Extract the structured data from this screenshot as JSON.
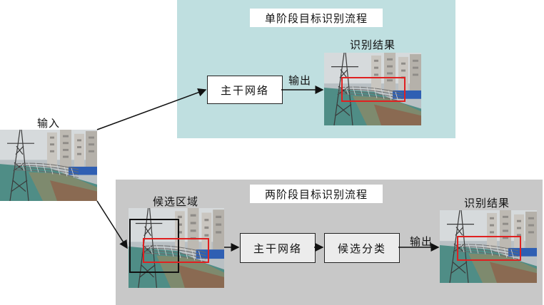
{
  "input": {
    "label": "输入"
  },
  "single_stage": {
    "title": "单阶段目标识别流程",
    "backbone": "主干网络",
    "output_arrow": "输出",
    "result_label": "识别结果"
  },
  "two_stage": {
    "title": "两阶段目标识别流程",
    "candidate_region": "候选区域",
    "backbone": "主干网络",
    "candidate_classify": "候选分类",
    "output_arrow": "输出",
    "result_label": "识别结果"
  },
  "colors": {
    "single_panel_bg": "#bfdfe0",
    "two_panel_bg": "#c8c8c8",
    "detection_box": "#e02020",
    "candidate_box": "#111111"
  }
}
